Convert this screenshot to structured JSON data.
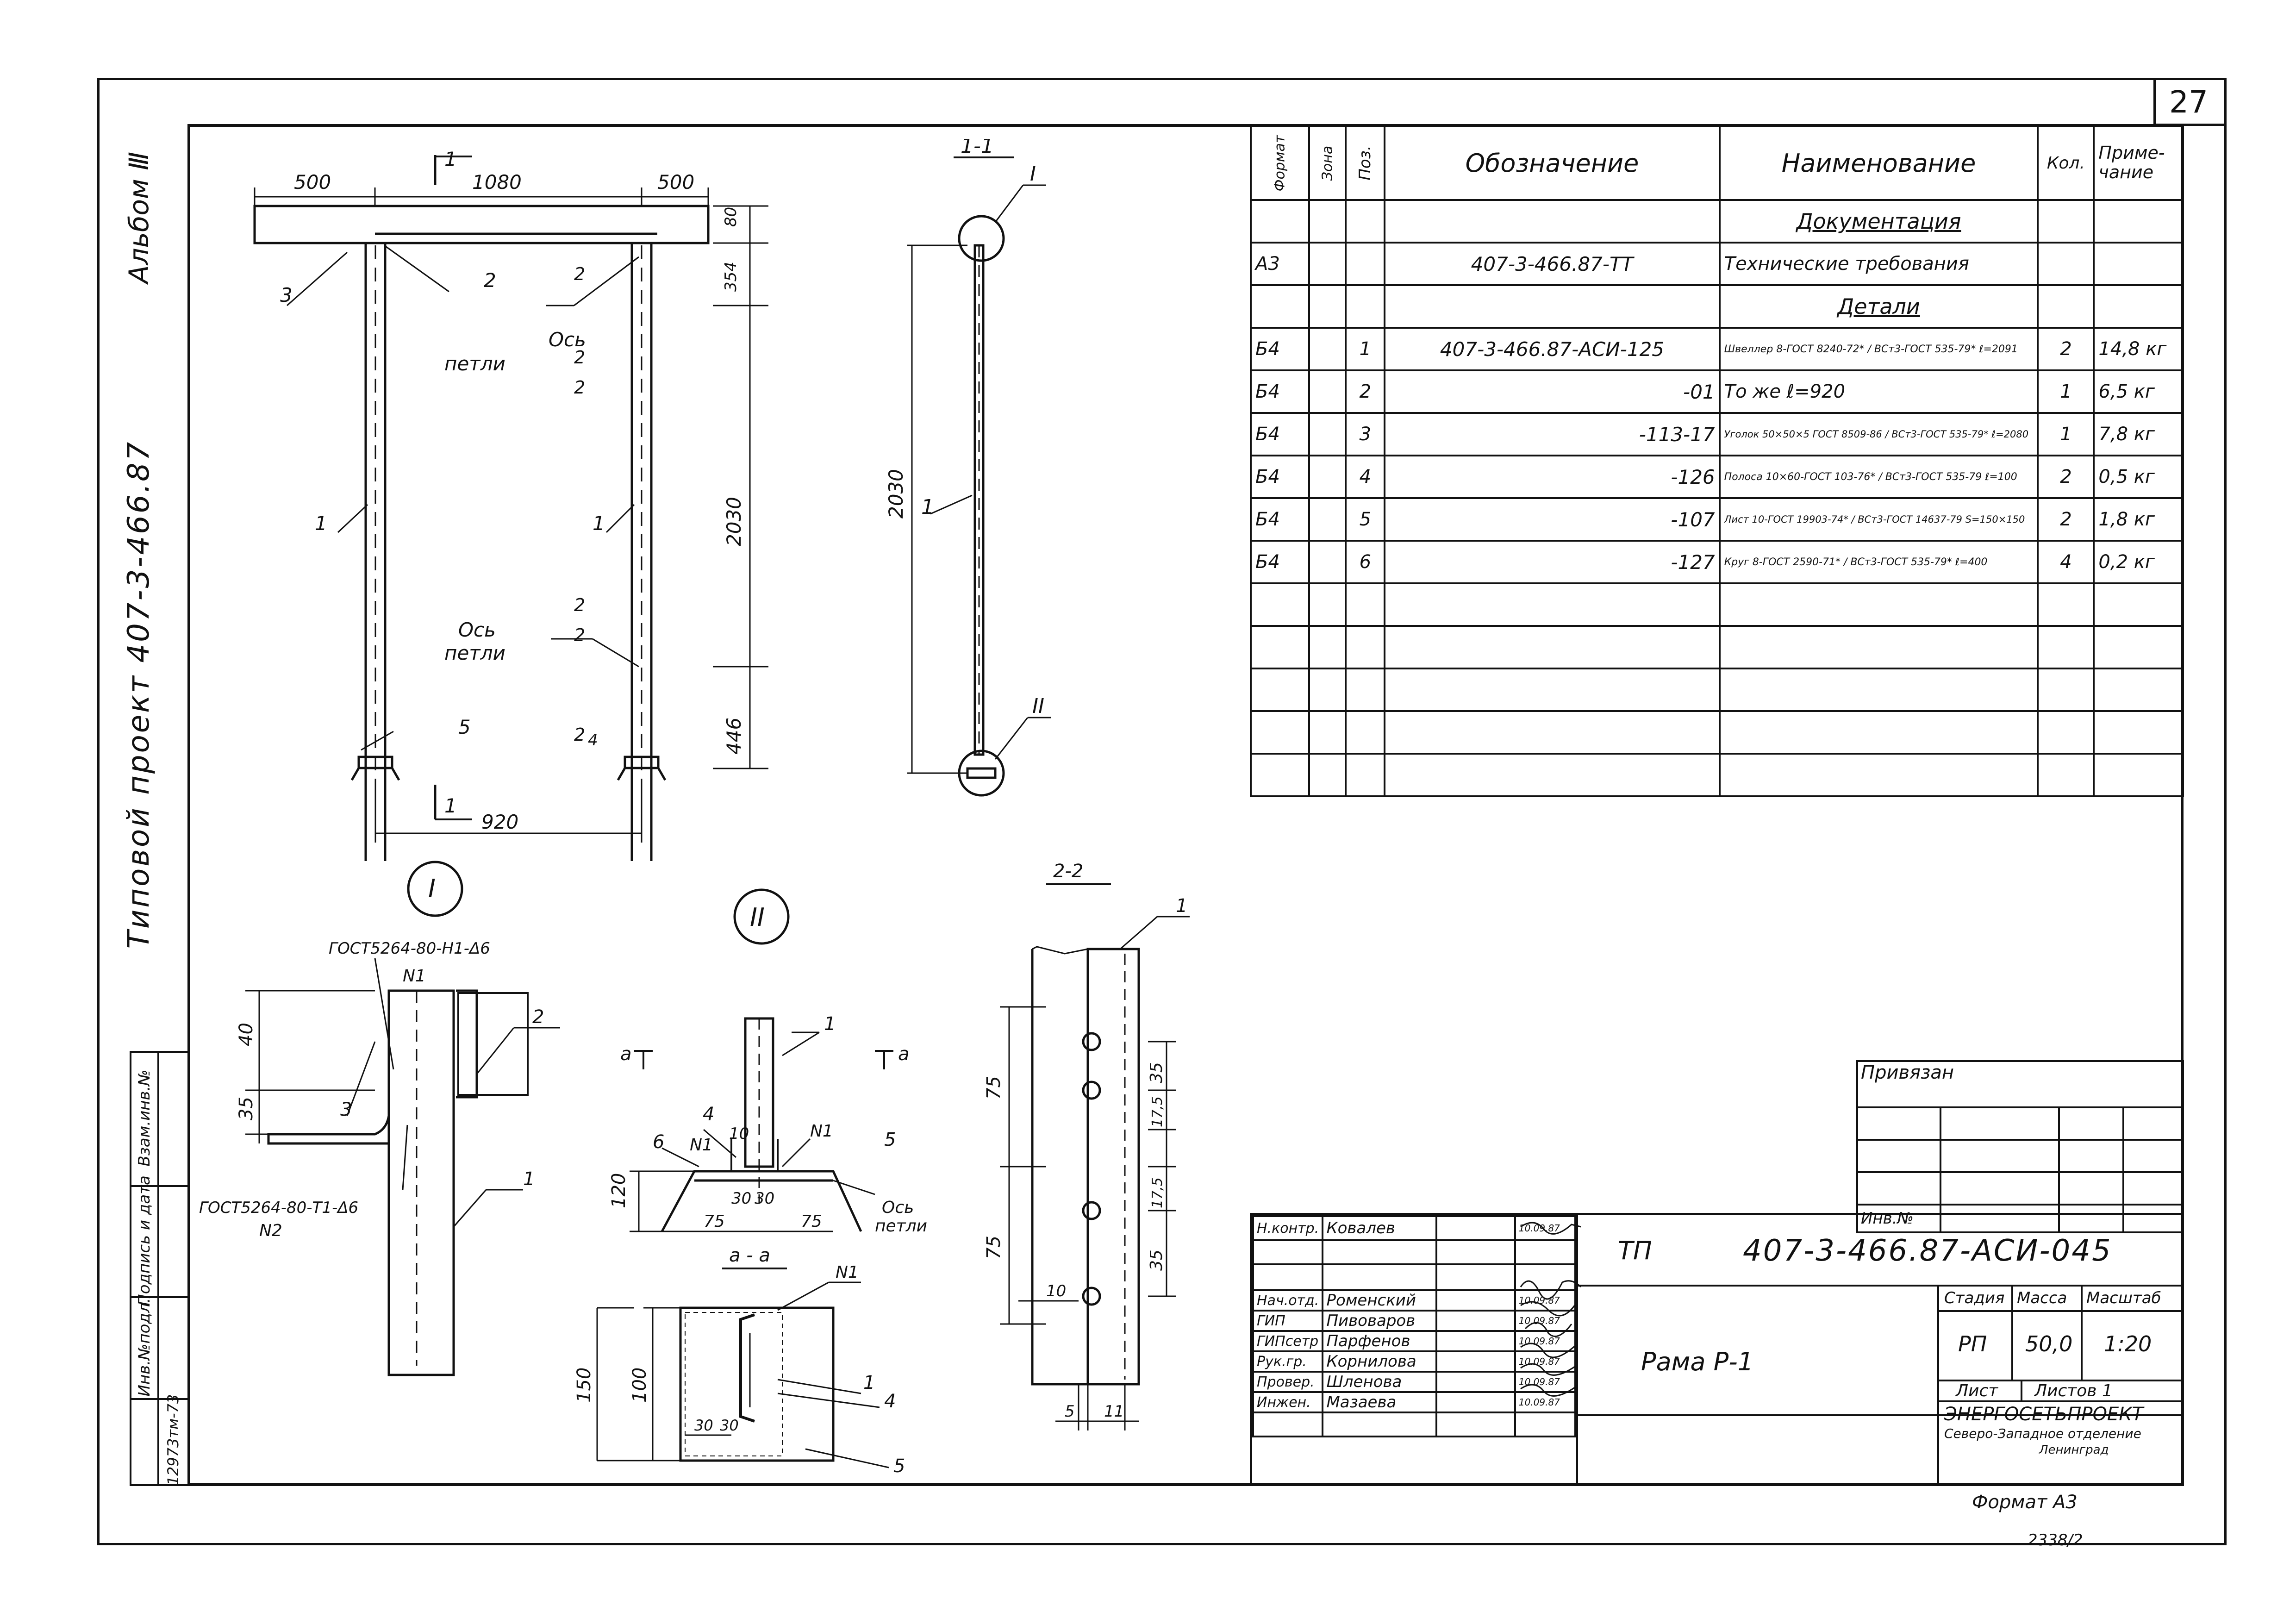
{
  "sheet_number": "27",
  "side_labels": {
    "album": "Альбом Ⅲ",
    "project": "Типовой проект 407-3-466.87"
  },
  "side_stamp": {
    "col1": "Инв.№подл.",
    "col2": "Подпись и дата",
    "col3": "Взам.инв.№",
    "inv_value": "12973тм-73"
  },
  "main_view": {
    "dims": [
      "500",
      "1080",
      "500",
      "80",
      "354",
      "2030",
      "446",
      "920"
    ],
    "section_mark": "1",
    "axis_label_1": [
      "Ось",
      "петли"
    ],
    "axis_label_2": [
      "Ось",
      "петли"
    ],
    "pos_labels": [
      "3",
      "2",
      "1",
      "1",
      "5"
    ],
    "section_2_marks": [
      "2",
      "2",
      "2",
      "2",
      "2",
      "2"
    ],
    "note_4": "4"
  },
  "section_1_1": {
    "title": "1-1",
    "dim": "2030",
    "pos": "1",
    "node_top": "I",
    "node_bottom": "II"
  },
  "node_I": {
    "roman": "I",
    "gost_top": "ГОСТ5264-80-Н1-Δ6",
    "n1": "N1",
    "gost_bottom": "ГОСТ5264-80-Т1-Δ6",
    "n2": "N2",
    "dims": [
      "40",
      "35"
    ],
    "pos": [
      "2",
      "3",
      "1"
    ]
  },
  "node_II": {
    "roman": "II",
    "dims": [
      "120",
      "30",
      "30",
      "75",
      "75",
      "10"
    ],
    "pos": [
      "4",
      "1",
      "6",
      "5"
    ],
    "n1_left": "N1",
    "n1_right": "N1",
    "a_left": "a",
    "a_right": "a",
    "axis": [
      "Ось",
      "петли"
    ]
  },
  "section_a_a": {
    "title": "a - a",
    "dims": [
      "100",
      "150",
      "30",
      "30"
    ],
    "n1": "N1",
    "pos": [
      "1",
      "4",
      "5"
    ]
  },
  "section_2_2": {
    "title": "2-2",
    "pos": "1",
    "dims": [
      "75",
      "75",
      "35",
      "17,5",
      "17,5",
      "35",
      "10",
      "5",
      "11"
    ]
  },
  "spec_table": {
    "headers": {
      "format": "Формат",
      "zone": "Зона",
      "pos": "Поз.",
      "designation": "Обозначение",
      "name": "Наименование",
      "qty": "Кол.",
      "note": [
        "Приме-",
        "чание"
      ]
    },
    "section_docs": "Документация",
    "section_parts": "Детали",
    "rows": [
      {
        "format": "А3",
        "pos": "",
        "designation": "407-3-466.87-ТТ",
        "name": "Технические требования",
        "qty": "",
        "note": ""
      },
      {
        "format": "Б4",
        "pos": "1",
        "designation": "407-3-466.87-АСИ-125",
        "name": "Швеллер 8-ГОСТ 8240-72* / ВСт3-ГОСТ 535-79* ℓ=2091",
        "qty": "2",
        "note": "14,8 кг"
      },
      {
        "format": "Б4",
        "pos": "2",
        "designation": "-01",
        "name": "То же  ℓ=920",
        "qty": "1",
        "note": "6,5 кг"
      },
      {
        "format": "Б4",
        "pos": "3",
        "designation": "-113-17",
        "name": "Уголок 50×50×5 ГОСТ 8509-86 / ВСт3-ГОСТ 535-79* ℓ=2080",
        "qty": "1",
        "note": "7,8 кг"
      },
      {
        "format": "Б4",
        "pos": "4",
        "designation": "-126",
        "name": "Полоса 10×60-ГОСТ 103-76* / ВСт3-ГОСТ 535-79  ℓ=100",
        "qty": "2",
        "note": "0,5 кг"
      },
      {
        "format": "Б4",
        "pos": "5",
        "designation": "-107",
        "name": "Лист 10-ГОСТ 19903-74* / ВСт3-ГОСТ 14637-79 S=150×150",
        "qty": "2",
        "note": "1,8 кг"
      },
      {
        "format": "Б4",
        "pos": "6",
        "designation": "-127",
        "name": "Круг 8-ГОСТ 2590-71* / ВСт3-ГОСТ 535-79* ℓ=400",
        "qty": "4",
        "note": "0,2 кг"
      }
    ]
  },
  "binding_box": {
    "title": "Привязан",
    "inv": "Инв.№"
  },
  "title_block": {
    "doc_prefix": "ТП",
    "doc_code": "407-3-466.87-АСИ-045",
    "sheet_title": "Рама Р-1",
    "stage_label": "Стадия",
    "mass_label": "Масса",
    "scale_label": "Масштаб",
    "stage": "РП",
    "mass": "50,0",
    "scale": "1:20",
    "sheet_label": "Лист",
    "sheets_label": "Листов 1",
    "org_line1": "ЭНЕРГОСЕТЬПРОЕКТ",
    "org_line2": "Северо-Западное отделение",
    "org_line3": "Ленинград",
    "signers": [
      {
        "role": "Н.контр.",
        "name": "Ковалев",
        "date": "10.09.87"
      },
      {
        "role": "",
        "name": "",
        "date": ""
      },
      {
        "role": "Нач.отд.",
        "name": "Роменский",
        "date": "10.09.87"
      },
      {
        "role": "ГИП",
        "name": "Пивоваров",
        "date": "10.09.87"
      },
      {
        "role": "ГИПсетр",
        "name": "Парфенов",
        "date": "10.09.87"
      },
      {
        "role": "Рук.гр.",
        "name": "Корнилова",
        "date": "10.09.87"
      },
      {
        "role": "Провер.",
        "name": "Шленова",
        "date": "10.09.87"
      },
      {
        "role": "Инжен.",
        "name": "Мазаева",
        "date": "10.09.87"
      }
    ]
  },
  "format_label": "Формат А3",
  "page_code": "2338/2"
}
